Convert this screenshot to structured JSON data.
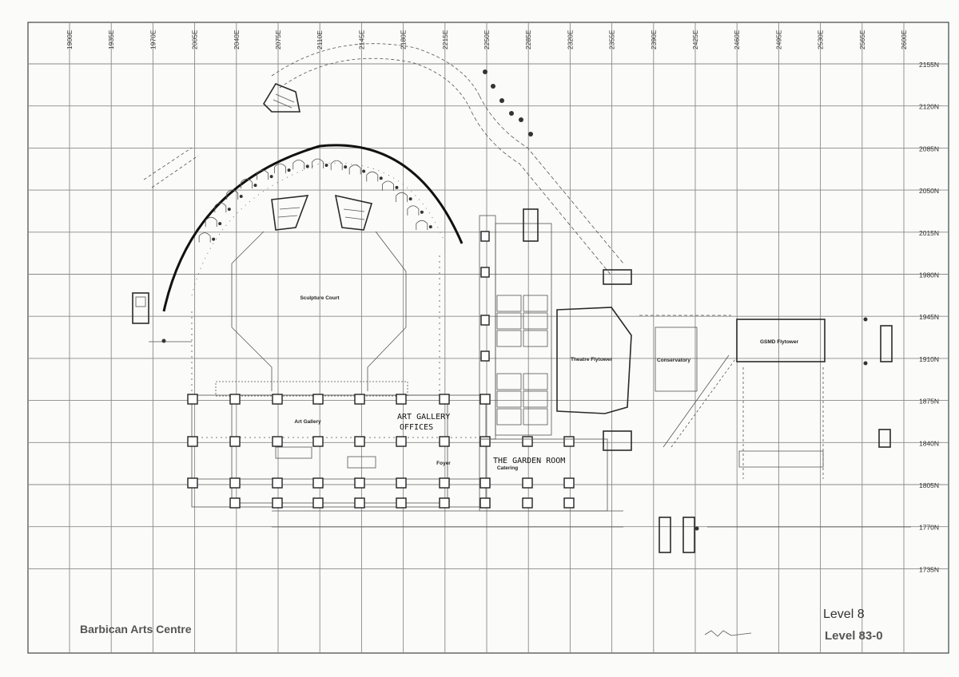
{
  "sheet": {
    "title": "Barbican Arts Centre",
    "level_handwritten": "Level 8",
    "level_printed": "Level 83-0"
  },
  "grid": {
    "eastings": [
      "1900E",
      "1935E",
      "1970E",
      "2005E",
      "2040E",
      "2075E",
      "2110E",
      "2145E",
      "2180E",
      "2215E",
      "2250E",
      "2285E",
      "2320E",
      "2355E",
      "2390E",
      "2425E",
      "2460E",
      "2495E",
      "2530E",
      "2565E",
      "2600E"
    ],
    "northings": [
      "2155N",
      "2120N",
      "2085N",
      "2050N",
      "2015N",
      "1980N",
      "1945N",
      "1910N",
      "1875N",
      "1840N",
      "1805N",
      "1770N",
      "1735N"
    ]
  },
  "rooms": {
    "sculpture_court": "Sculpture Court",
    "art_gallery": "Art Gallery",
    "foyer": "Foyer",
    "catering": "Catering",
    "theatre_flytower": "Theatre Flytower",
    "conservatory": "Conservatory",
    "gsmd_flytower": "GSMD Flytower"
  },
  "annotations": {
    "art_gallery_note_1": "ART GALLERY",
    "art_gallery_note_2": "OFFICES",
    "garden_room": "THE GARDEN ROOM"
  }
}
